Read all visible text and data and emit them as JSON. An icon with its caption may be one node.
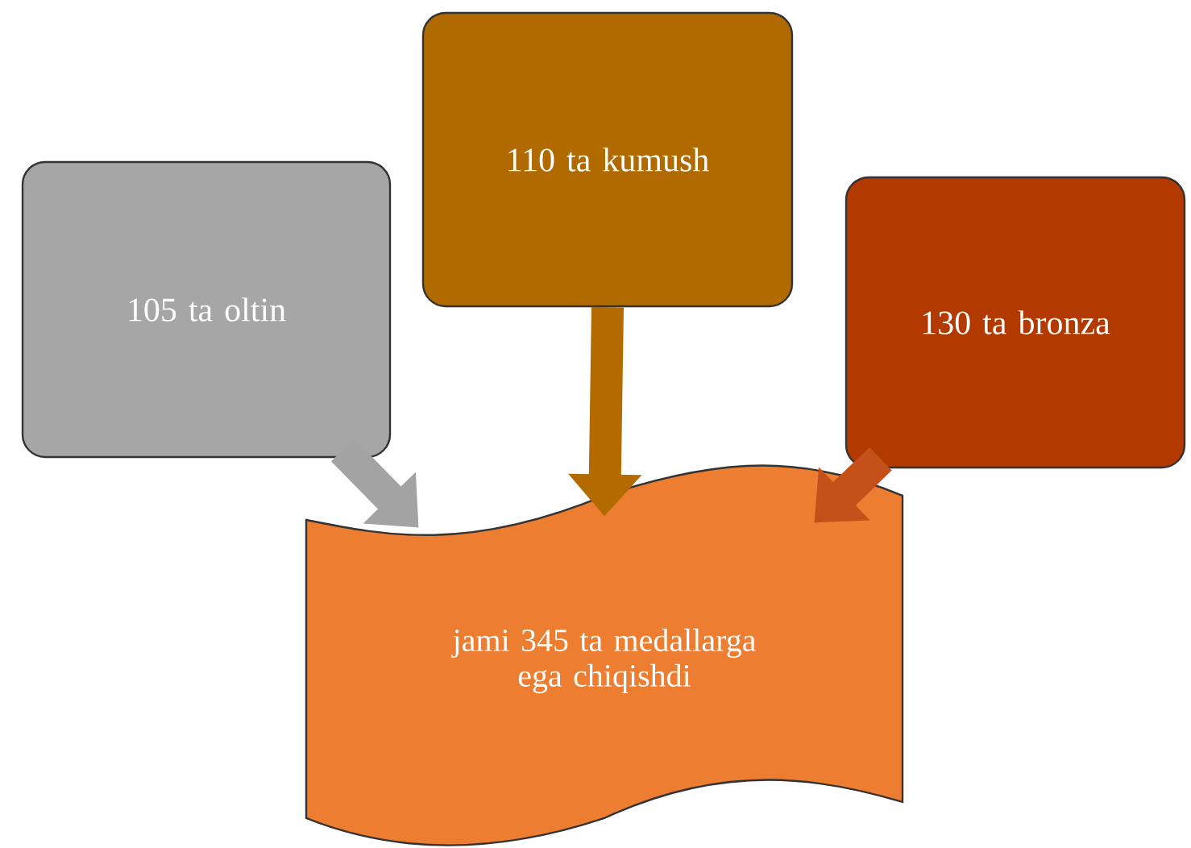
{
  "diagram": {
    "nodes": [
      {
        "text": [
          "105 ta oltin"
        ]
      },
      {
        "text": [
          "110 ta kumush"
        ]
      },
      {
        "text": [
          "130 ta bronza"
        ]
      },
      {
        "text": [
          "jami 345 ta medallarga ega chiqishdi"
        ]
      }
    ],
    "edges": [
      {
        "from": 0,
        "to": 3,
        "arrow": "to",
        "color": "#a3a3a3"
      },
      {
        "from": 1,
        "to": 3,
        "arrow": "to",
        "color": "#b36b00"
      },
      {
        "from": 2,
        "to": 3,
        "arrow": "to",
        "color": "#c4501a"
      }
    ]
  }
}
